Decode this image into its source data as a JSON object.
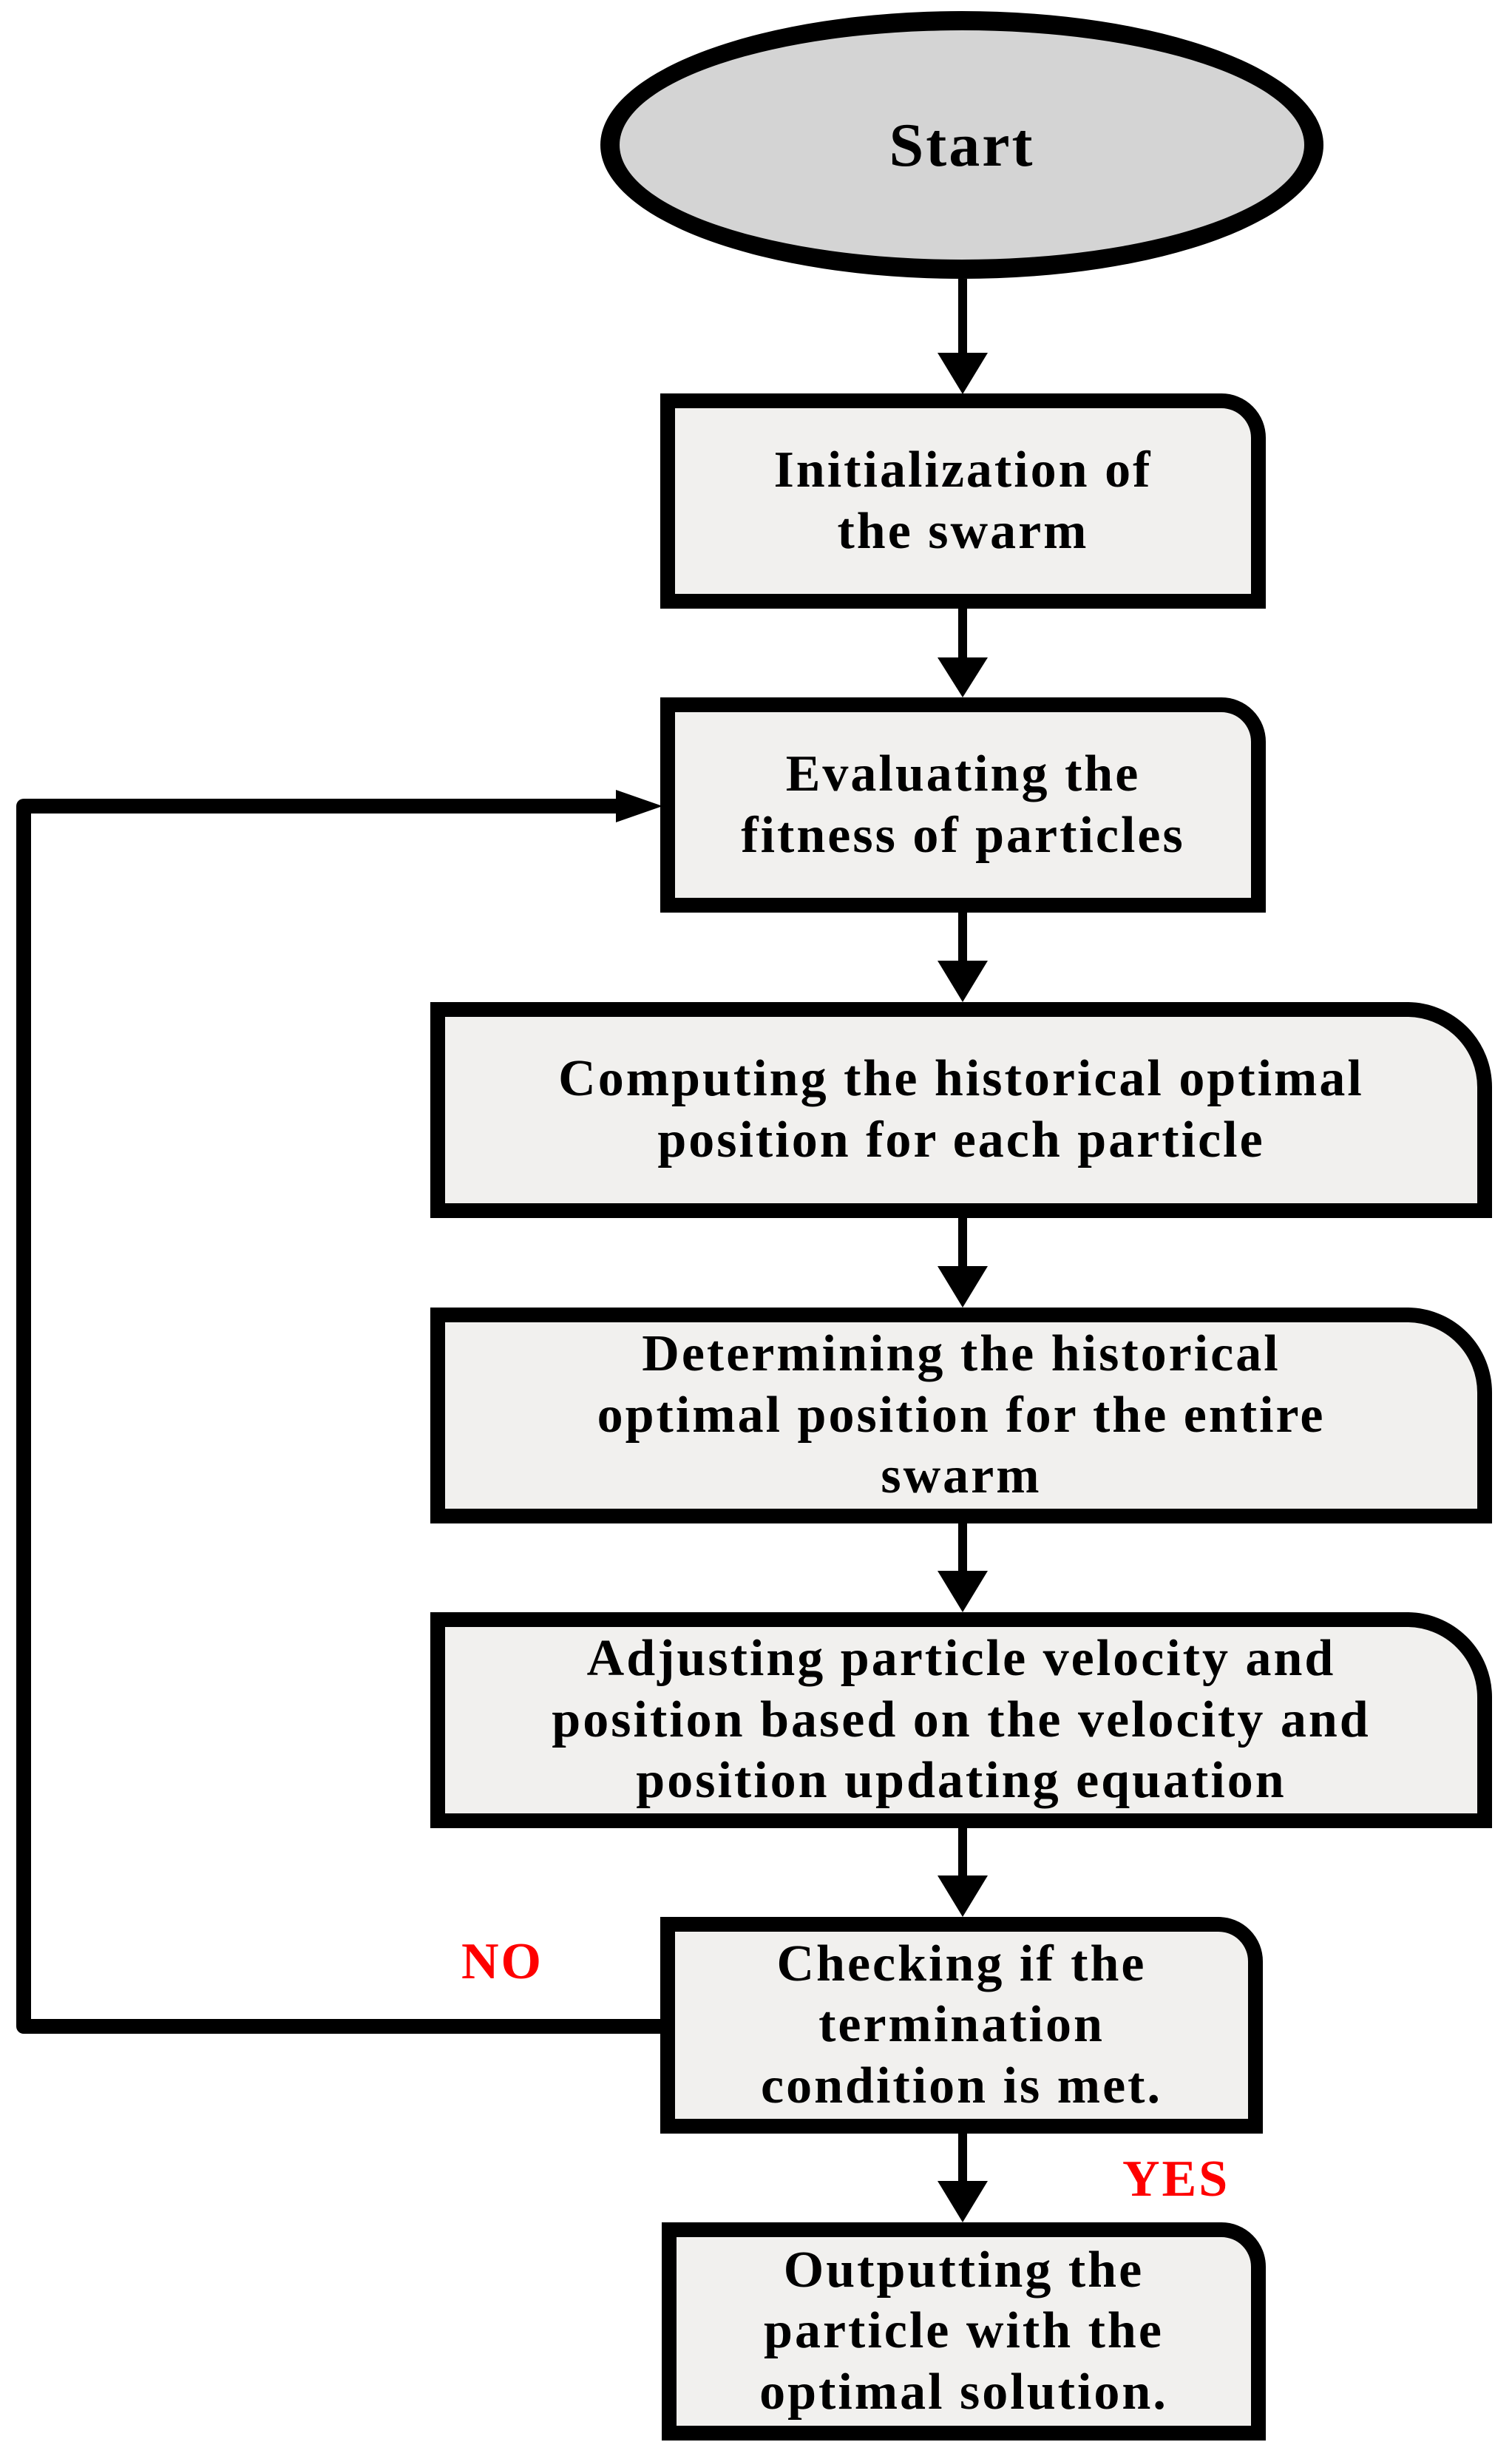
{
  "flowchart": {
    "nodes": {
      "start": {
        "label": "Start"
      },
      "init": {
        "label": "Initialization of\nthe swarm"
      },
      "evaluate": {
        "label": "Evaluating the\nfitness of particles"
      },
      "compute": {
        "label": "Computing the historical optimal\nposition for each particle"
      },
      "determine": {
        "label": "Determining the historical\noptimal position for the entire\nswarm"
      },
      "adjust": {
        "label": "Adjusting particle velocity and\nposition based on the velocity and\nposition updating equation"
      },
      "check": {
        "label": "Checking if the\ntermination\ncondition is met."
      },
      "output": {
        "label": "Outputting the\nparticle with the\noptimal solution."
      }
    },
    "edge_labels": {
      "no": "NO",
      "yes": "YES"
    },
    "colors": {
      "node_fill": "#f1f0ee",
      "terminator_fill": "#d4d4d4",
      "outline": "#000000",
      "label_red": "#fe0000",
      "background": "#ffffff"
    }
  }
}
